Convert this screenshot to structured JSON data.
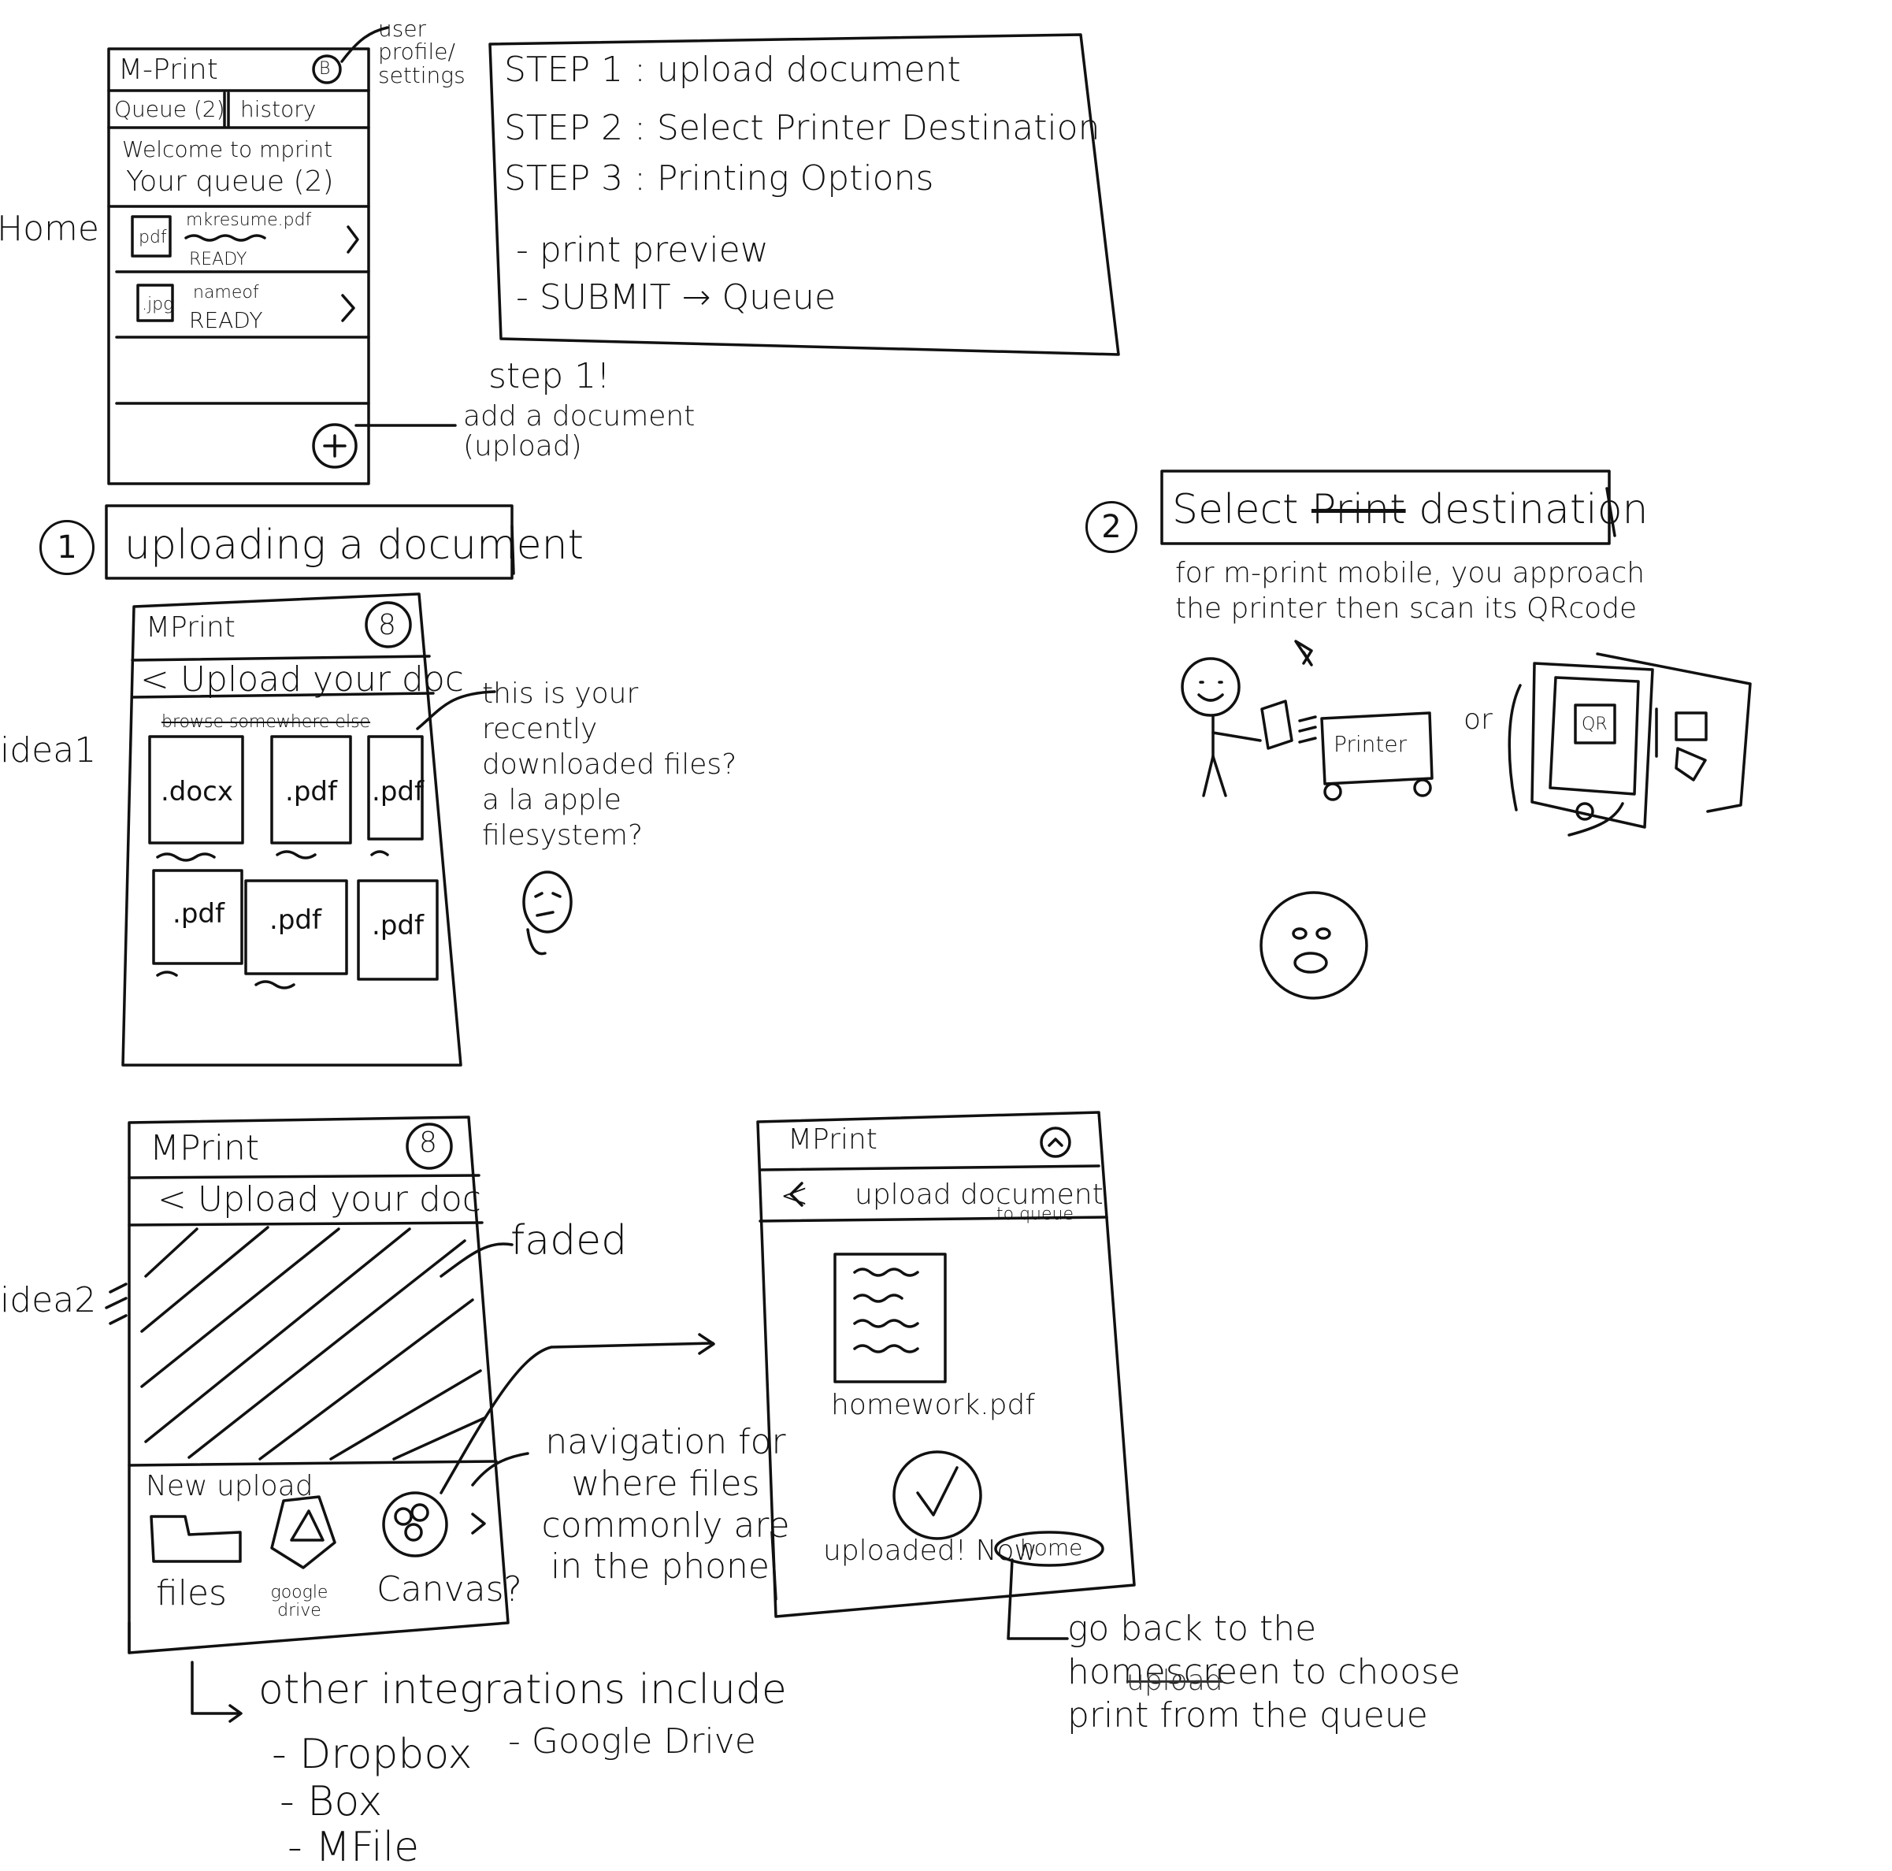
{
  "side_labels": {
    "home": "Home",
    "idea1": "idea1",
    "idea2": "idea2"
  },
  "home_screen": {
    "app_title": "M-Print",
    "tab_queue": "Queue (2)",
    "tab_history": "history",
    "welcome": "Welcome to mprint",
    "queue_title": "Your queue (2)",
    "items": [
      {
        "icon": "pdf",
        "name": "mkresume.pdf",
        "status": "READY"
      },
      {
        "icon": ".jpg",
        "name": "nameof",
        "status": "READY"
      }
    ]
  },
  "annotations": {
    "user_profile": "user profile/ settings",
    "step1_title": "step 1!",
    "step1_desc": "add a document (upload)",
    "recent_files": "this is your recently downloaded files? a la apple filesystem?",
    "faded": "faded",
    "navigation": "navigation for where files commonly are in the phone.",
    "other_integrations": "other integrations include",
    "integrations": [
      "- Dropbox",
      "- Box",
      "- MFile",
      "- Google Drive"
    ],
    "go_back": "go back to the homescreen to choose print from the queue",
    "go_back_struck": "upload",
    "or": "or"
  },
  "steps_box": {
    "lines": [
      "STEP 1 : upload document",
      "STEP 2 : Select Printer Destination",
      "STEP 3 :   Printing Options",
      "- print preview",
      "- SUBMIT → Queue"
    ]
  },
  "section1": {
    "number": "1",
    "title": "uploading a document"
  },
  "section2": {
    "number": "2",
    "title_a": "Select ",
    "title_struck": "Print",
    "title_b": " destination",
    "desc": "for m-print mobile, you approach the printer then scan its QRcode",
    "printer_label": "Printer",
    "qr_label": "QR"
  },
  "idea1_screen": {
    "app_title": "MPrint",
    "header": "< Upload your doc",
    "browse": "browse somewhere else",
    "files": [
      ".docx",
      ".pdf",
      ".pdf",
      ".pdf",
      ".pdf",
      ".pdf"
    ]
  },
  "idea2_screen": {
    "app_title": "MPrint",
    "header": "< Upload your doc",
    "new_upload": "New upload",
    "sources": [
      "files",
      "google drive",
      "Canvas?"
    ]
  },
  "confirm_screen": {
    "app_title": "MPrint",
    "header": "upload document",
    "header_sub": "to queue",
    "filename": "homework.pdf",
    "uploaded": "uploaded! Now",
    "home_button": "home"
  }
}
